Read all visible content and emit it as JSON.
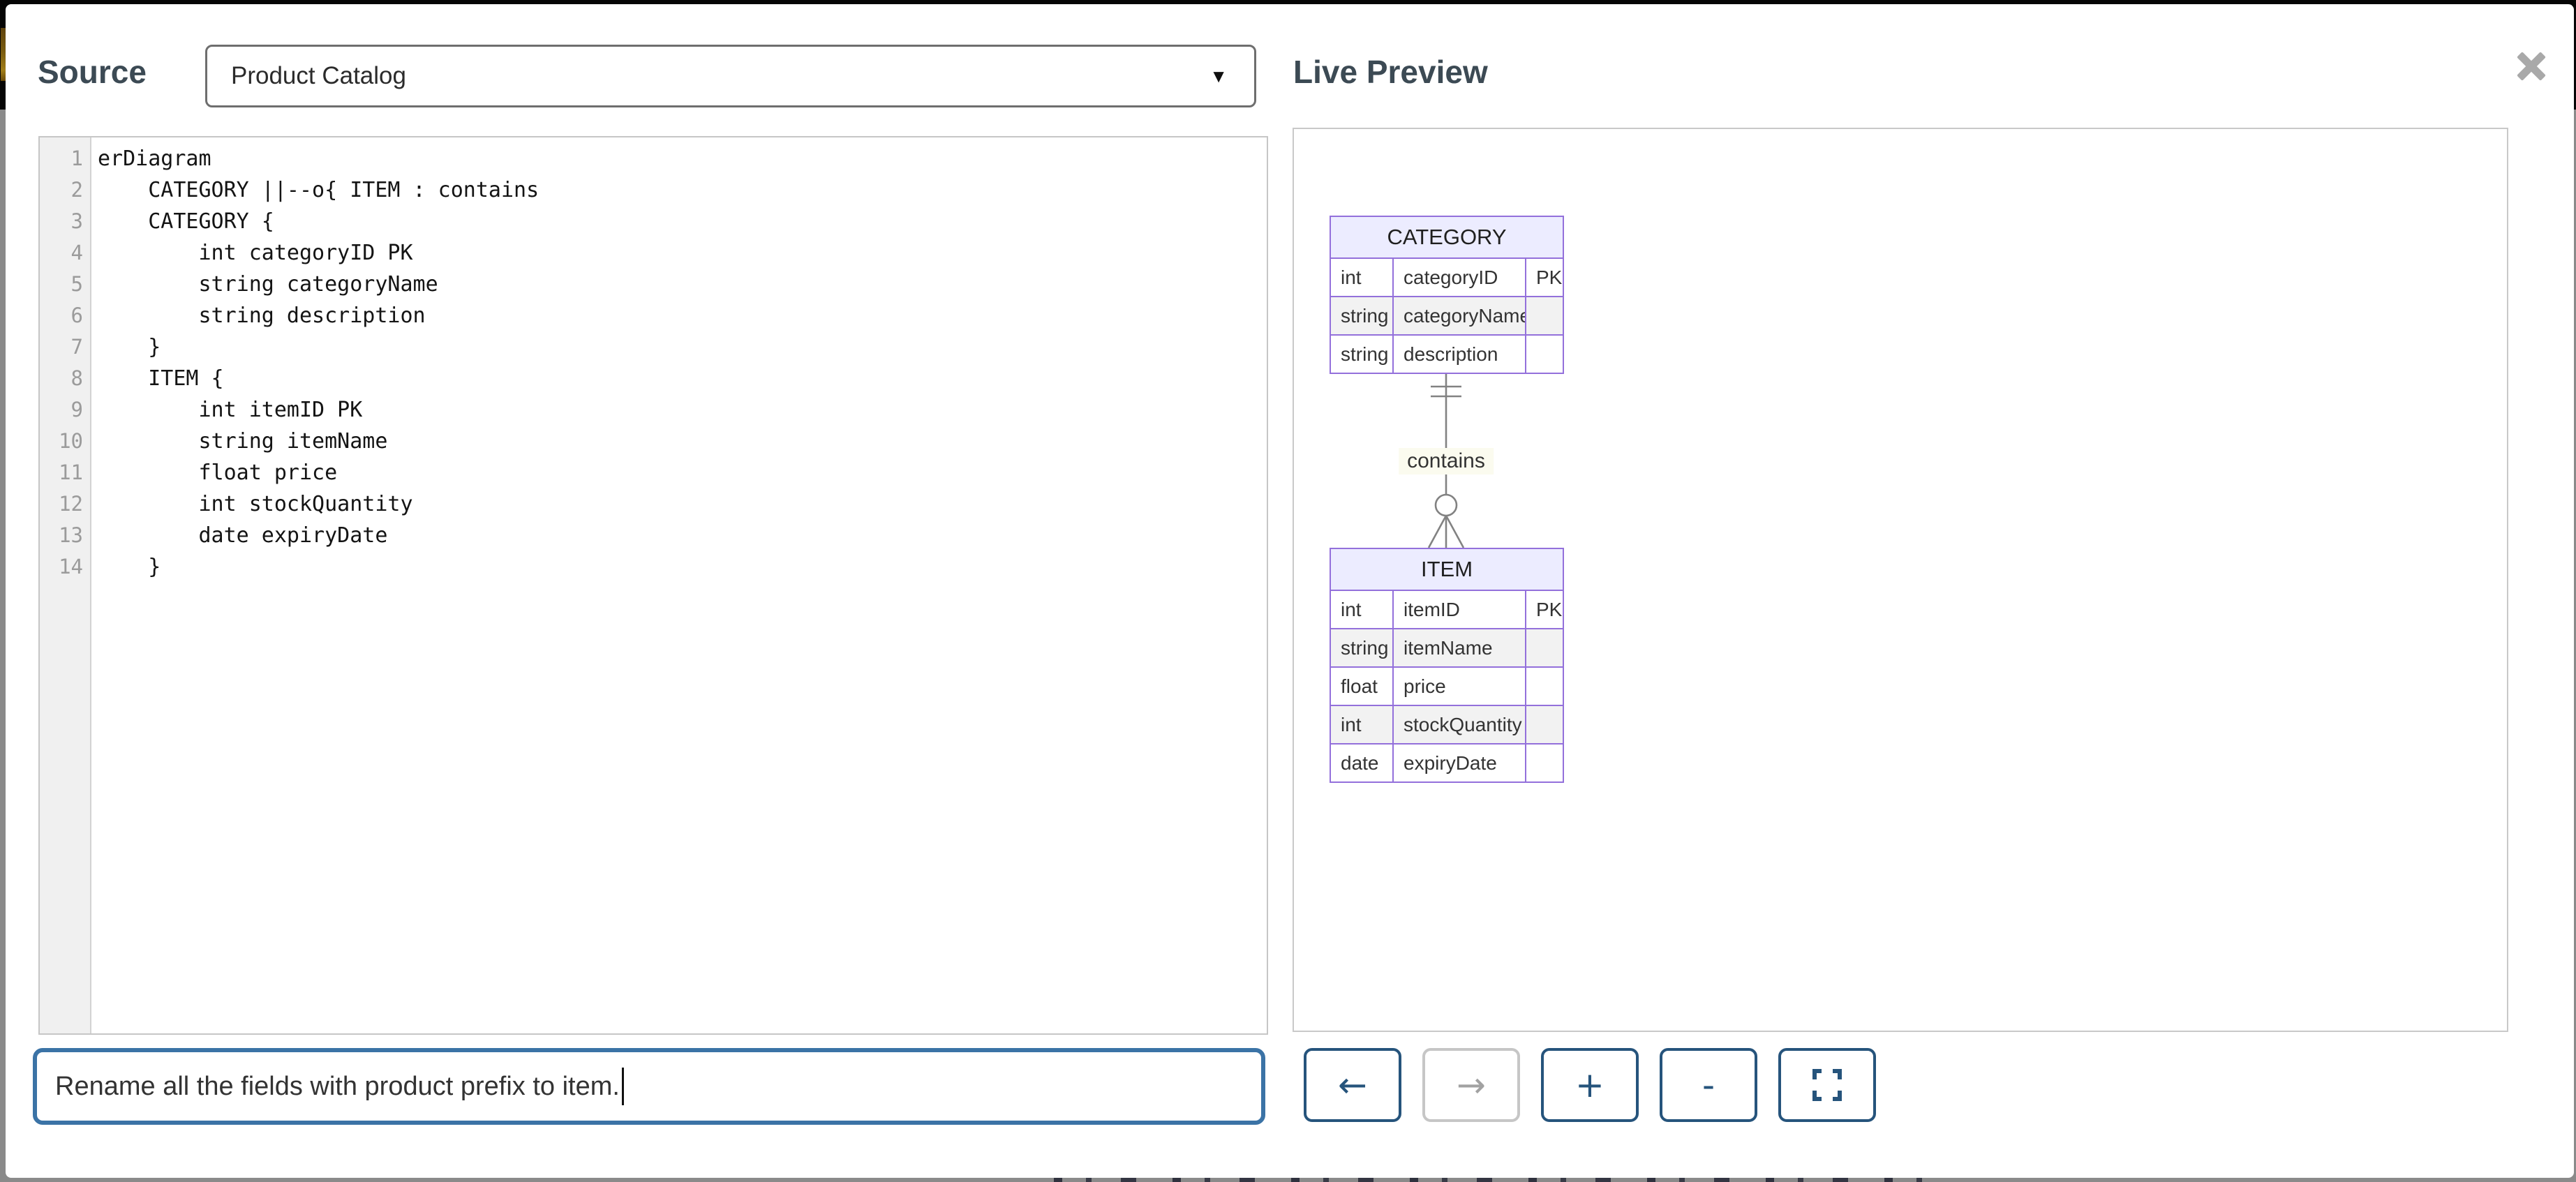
{
  "colors": {
    "focus_border_blue": "#3b73a6",
    "button_navy": "#26547c",
    "er_border_purple": "#9370db",
    "er_header_fill": "#ececff",
    "er_alt_row_fill": "#f2f2f2",
    "relationship_label_bg": "#fbfbef"
  },
  "header": {
    "source_title": "Source",
    "preview_title": "Live Preview",
    "diagram_select": {
      "value": "Product Catalog",
      "arrow_icon": "▼"
    }
  },
  "editor": {
    "lines": [
      {
        "num": "1",
        "text": "erDiagram"
      },
      {
        "num": "2",
        "text": "    CATEGORY ||--o{ ITEM : contains"
      },
      {
        "num": "3",
        "text": "    CATEGORY {"
      },
      {
        "num": "4",
        "text": "        int categoryID PK"
      },
      {
        "num": "5",
        "text": "        string categoryName"
      },
      {
        "num": "6",
        "text": "        string description"
      },
      {
        "num": "7",
        "text": "    }"
      },
      {
        "num": "8",
        "text": "    ITEM {"
      },
      {
        "num": "9",
        "text": "        int itemID PK"
      },
      {
        "num": "10",
        "text": "        string itemName"
      },
      {
        "num": "11",
        "text": "        float price"
      },
      {
        "num": "12",
        "text": "        int stockQuantity"
      },
      {
        "num": "13",
        "text": "        date expiryDate"
      },
      {
        "num": "14",
        "text": "    }"
      }
    ]
  },
  "prompt": {
    "value": "Rename all the fields with product prefix to item."
  },
  "diagram": {
    "type": "er",
    "entities": [
      {
        "name": "CATEGORY",
        "attributes": [
          {
            "type": "int",
            "name": "categoryID",
            "key": "PK"
          },
          {
            "type": "string",
            "name": "categoryName",
            "key": ""
          },
          {
            "type": "string",
            "name": "description",
            "key": ""
          }
        ]
      },
      {
        "name": "ITEM",
        "attributes": [
          {
            "type": "int",
            "name": "itemID",
            "key": "PK"
          },
          {
            "type": "string",
            "name": "itemName",
            "key": ""
          },
          {
            "type": "float",
            "name": "price",
            "key": ""
          },
          {
            "type": "int",
            "name": "stockQuantity",
            "key": ""
          },
          {
            "type": "date",
            "name": "expiryDate",
            "key": ""
          }
        ]
      }
    ],
    "relationship": {
      "from": "CATEGORY",
      "to": "ITEM",
      "label": "contains",
      "cardinality": "||--o{"
    }
  },
  "controls": [
    {
      "id": "back",
      "icon": "arrow-left-icon",
      "label": "←",
      "enabled": true
    },
    {
      "id": "forward",
      "icon": "arrow-right-icon",
      "label": "→",
      "enabled": false
    },
    {
      "id": "zoom-in",
      "icon": "plus-icon",
      "label": "+",
      "enabled": true
    },
    {
      "id": "zoom-out",
      "icon": "minus-icon",
      "label": "-",
      "enabled": true
    },
    {
      "id": "fullscreen",
      "icon": "fullscreen-icon",
      "label": "",
      "enabled": true
    }
  ]
}
